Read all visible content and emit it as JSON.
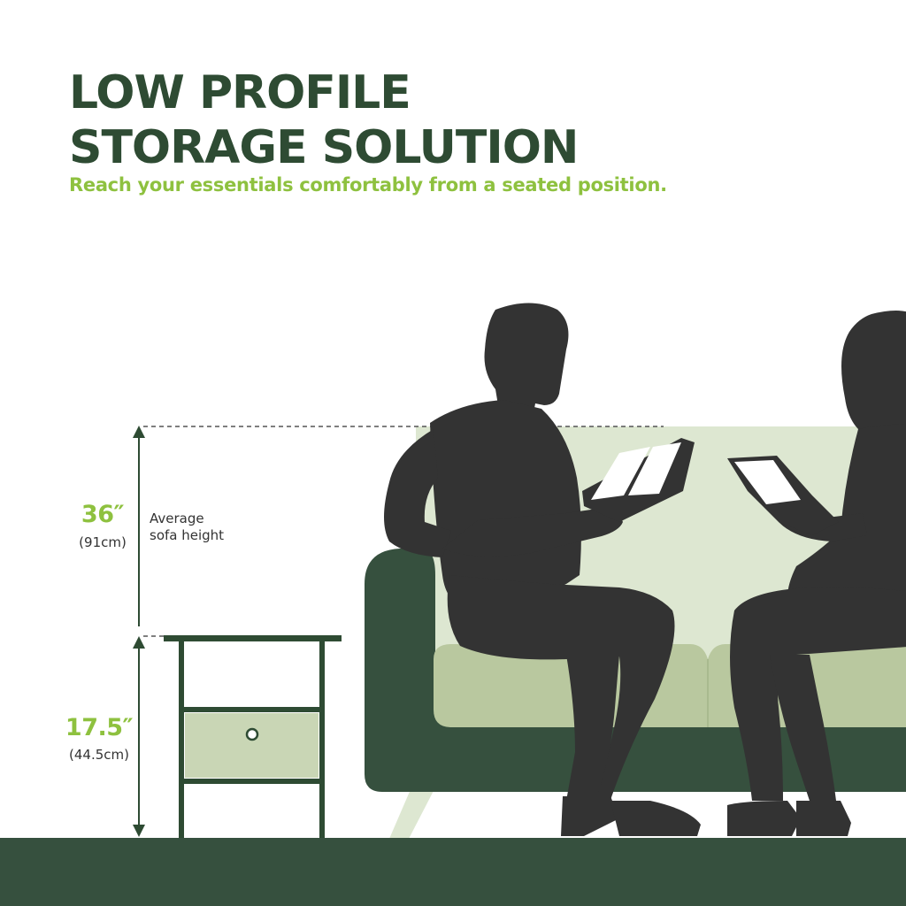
{
  "headline": {
    "line1": "LOW PROFILE",
    "line2": "STORAGE SOLUTION"
  },
  "subheadline": "Reach your essentials comfortably from a seated position.",
  "sofa_dimension": {
    "imperial": "36″",
    "metric": "(91cm)",
    "caption_line1": "Average",
    "caption_line2": "sofa height"
  },
  "table_dimension": {
    "imperial": "17.5″",
    "metric": "(44.5cm)"
  },
  "colors": {
    "dark_green": "#2e4b33",
    "sofa_green": "#36503e",
    "accent_green": "#8ec13f",
    "light_sage": "#dde7d1",
    "cushion_sage": "#b9c89f",
    "drawer_sage": "#c9d6b5",
    "silhouette": "#333333",
    "floor": "#36503e"
  },
  "icons": [
    "arrow-up-icon",
    "arrow-down-icon",
    "drawer-knob-icon"
  ]
}
